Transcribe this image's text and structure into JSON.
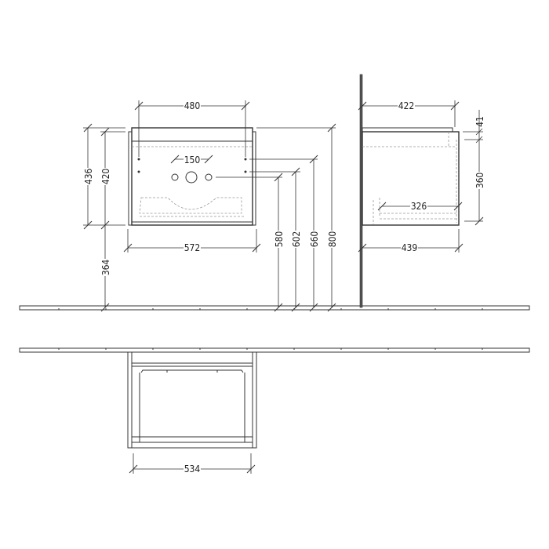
{
  "dimensions": {
    "front_top_width": "480",
    "tap_spacing": "150",
    "total_height": "436",
    "body_height": "420",
    "floor_clearance": "364",
    "overall_width": "572",
    "height_580": "580",
    "height_602": "602",
    "height_660": "660",
    "height_800": "800",
    "side_top_depth": "422",
    "side_top_thickness": "41",
    "side_body_height": "360",
    "drawer_depth": "326",
    "side_depth": "439",
    "plan_width": "534"
  },
  "colors": {
    "line": "#333333",
    "hidden_line": "#999999",
    "background": "#ffffff"
  }
}
